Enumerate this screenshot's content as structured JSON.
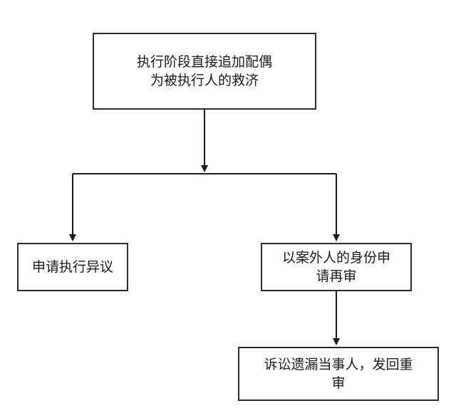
{
  "nodes": {
    "top": {
      "line1": "执行阶段直接追加配偶",
      "line2": "为被执行人的救济"
    },
    "left": {
      "line1": "申请执行异议"
    },
    "right": {
      "line1": "以案外人的身份申",
      "line2": "请再审"
    },
    "bottom": {
      "line1": "诉讼遗漏当事人，发回重",
      "line2": "审"
    }
  }
}
